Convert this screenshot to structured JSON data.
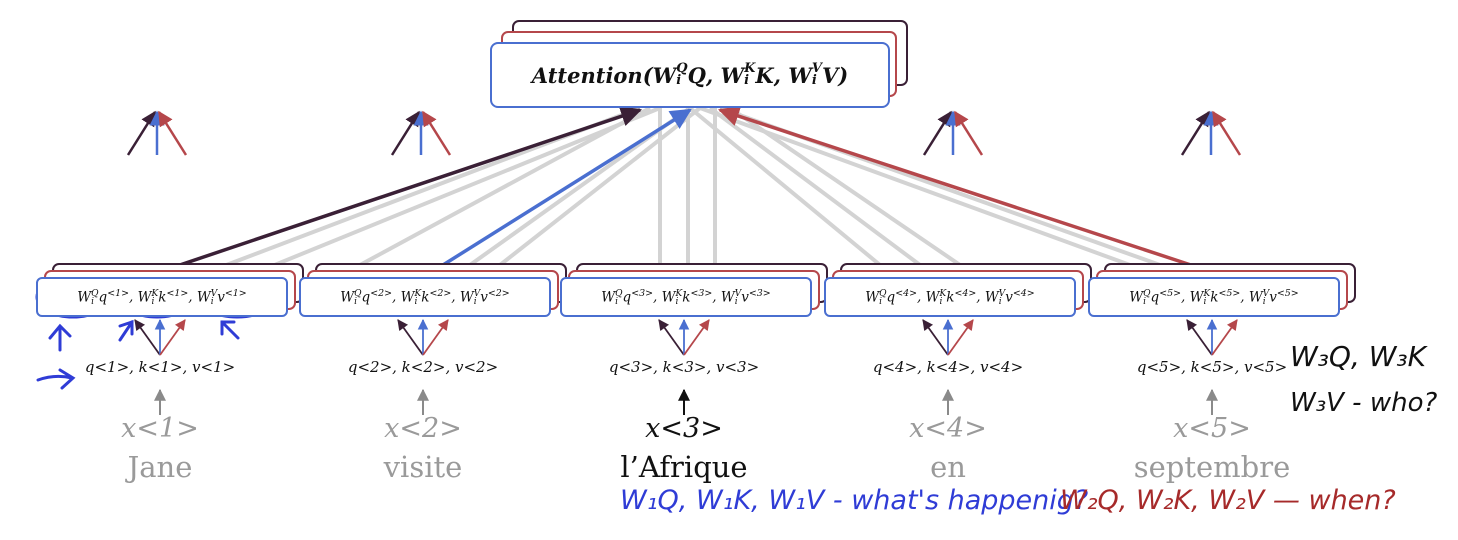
{
  "attention": {
    "label": "Attention(W_i^Q Q, W_i^K K, W_i^V V)",
    "func": "Attention",
    "sup_q": "Q",
    "arg_q": "Q",
    "sup_k": "K",
    "arg_k": "K",
    "sup_v": "V",
    "arg_v": "V",
    "sub": "i"
  },
  "tokens": [
    {
      "index": "1",
      "word": "Jane",
      "x_label": "x<1>",
      "qkv": "q<1>, k<1>, v<1>",
      "highlighted": false
    },
    {
      "index": "2",
      "word": "visite",
      "x_label": "x<2>",
      "qkv": "q<2>, k<2>, v<2>",
      "highlighted": false
    },
    {
      "index": "3",
      "word": "l’Afrique",
      "x_label": "x<3>",
      "qkv": "q<3>, k<3>, v<3>",
      "highlighted": true
    },
    {
      "index": "4",
      "word": "en",
      "x_label": "x<4>",
      "qkv": "q<4>, k<4>, v<4>",
      "highlighted": false
    },
    {
      "index": "5",
      "word": "septembre",
      "x_label": "x<5>",
      "qkv": "q<5>, k<5>, v<5>",
      "highlighted": false
    }
  ],
  "annotations": {
    "blue_note": "W₁Q, W₁K, W₁V - what's happenig?",
    "red_note": "W₂Q, W₂K, W₂V — when?",
    "black_note_line1": "W₃Q, W₃K",
    "black_note_line2": "W₃V - who?"
  },
  "colors": {
    "query_blue": "#4a6fd0",
    "key_red": "#b5474b",
    "value_dark": "#3a2036",
    "muted_gray": "#9a9a9a",
    "handwriting_blue": "#2f3cd6",
    "handwriting_red": "#a62a2a",
    "handwriting_black": "#111111"
  }
}
